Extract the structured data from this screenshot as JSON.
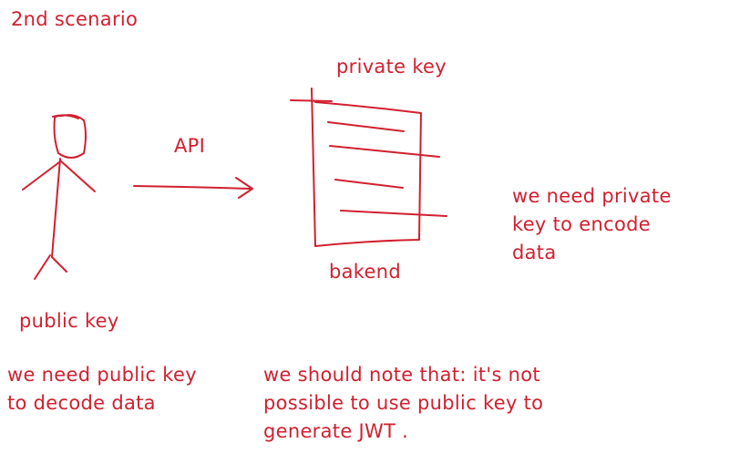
{
  "title": "2nd scenario",
  "labels": {
    "api": "API",
    "private_key": "private key",
    "backend": "bakend",
    "public_key": "public key"
  },
  "notes": {
    "private_key_note": [
      "we need private",
      "key to encode",
      "data"
    ],
    "public_key_note": [
      "we need public key",
      "to decode data"
    ],
    "jwt_note": [
      "we should note that: it's not",
      "possible to use public key to",
      "generate JWT ."
    ]
  },
  "colors": {
    "ink": "#d1202f",
    "background": "#ffffff"
  }
}
